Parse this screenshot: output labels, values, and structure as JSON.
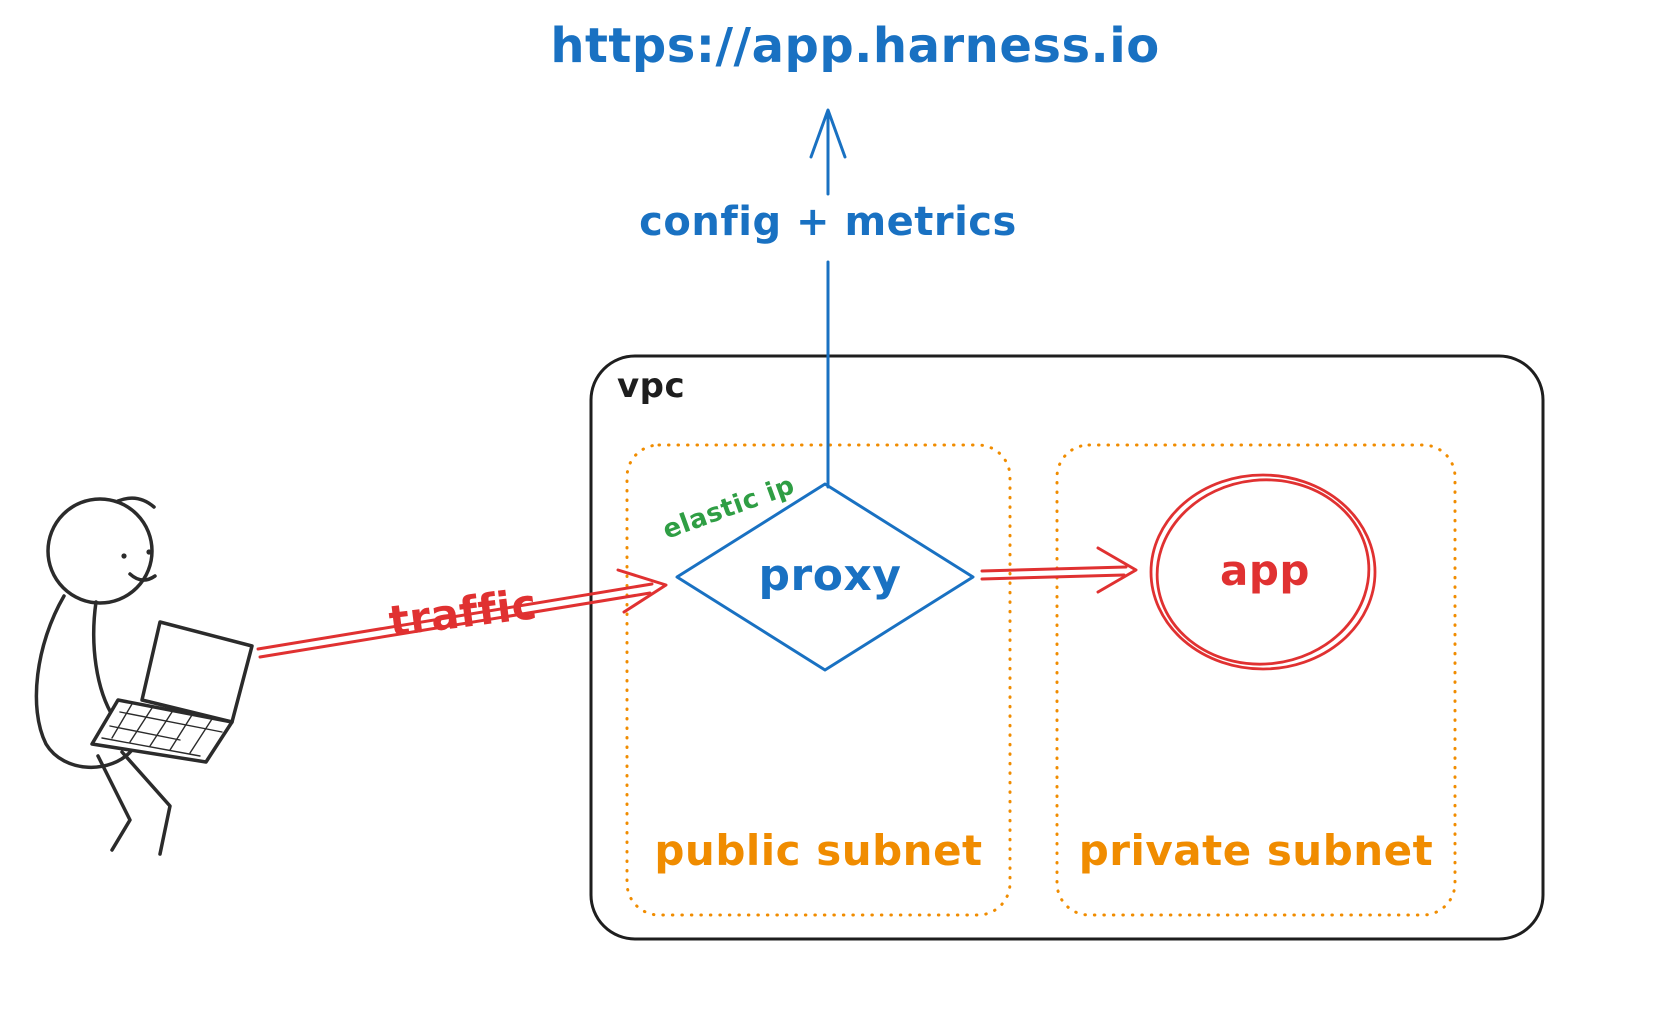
{
  "colors": {
    "blue": "#1971c2",
    "red": "#e03131",
    "orange": "#f08c00",
    "green": "#2f9e44",
    "ink": "#1e1e1e"
  },
  "diagram": {
    "external_endpoint": "https://app.harness.io",
    "vpc": {
      "label": "vpc",
      "public_subnet": {
        "label": "public subnet",
        "proxy_node": {
          "label": "proxy",
          "shape": "diamond",
          "badge": "elastic ip"
        }
      },
      "private_subnet": {
        "label": "private subnet",
        "app_node": {
          "label": "app",
          "shape": "circle"
        }
      }
    },
    "edges": [
      {
        "id": "proxy-to-harness",
        "label": "config + metrics",
        "color": "#1971c2"
      },
      {
        "id": "user-to-proxy",
        "label": "traffic",
        "color": "#e03131"
      },
      {
        "id": "proxy-to-app",
        "label": "",
        "color": "#e03131"
      }
    ],
    "actor": {
      "description": "person with laptop"
    }
  }
}
